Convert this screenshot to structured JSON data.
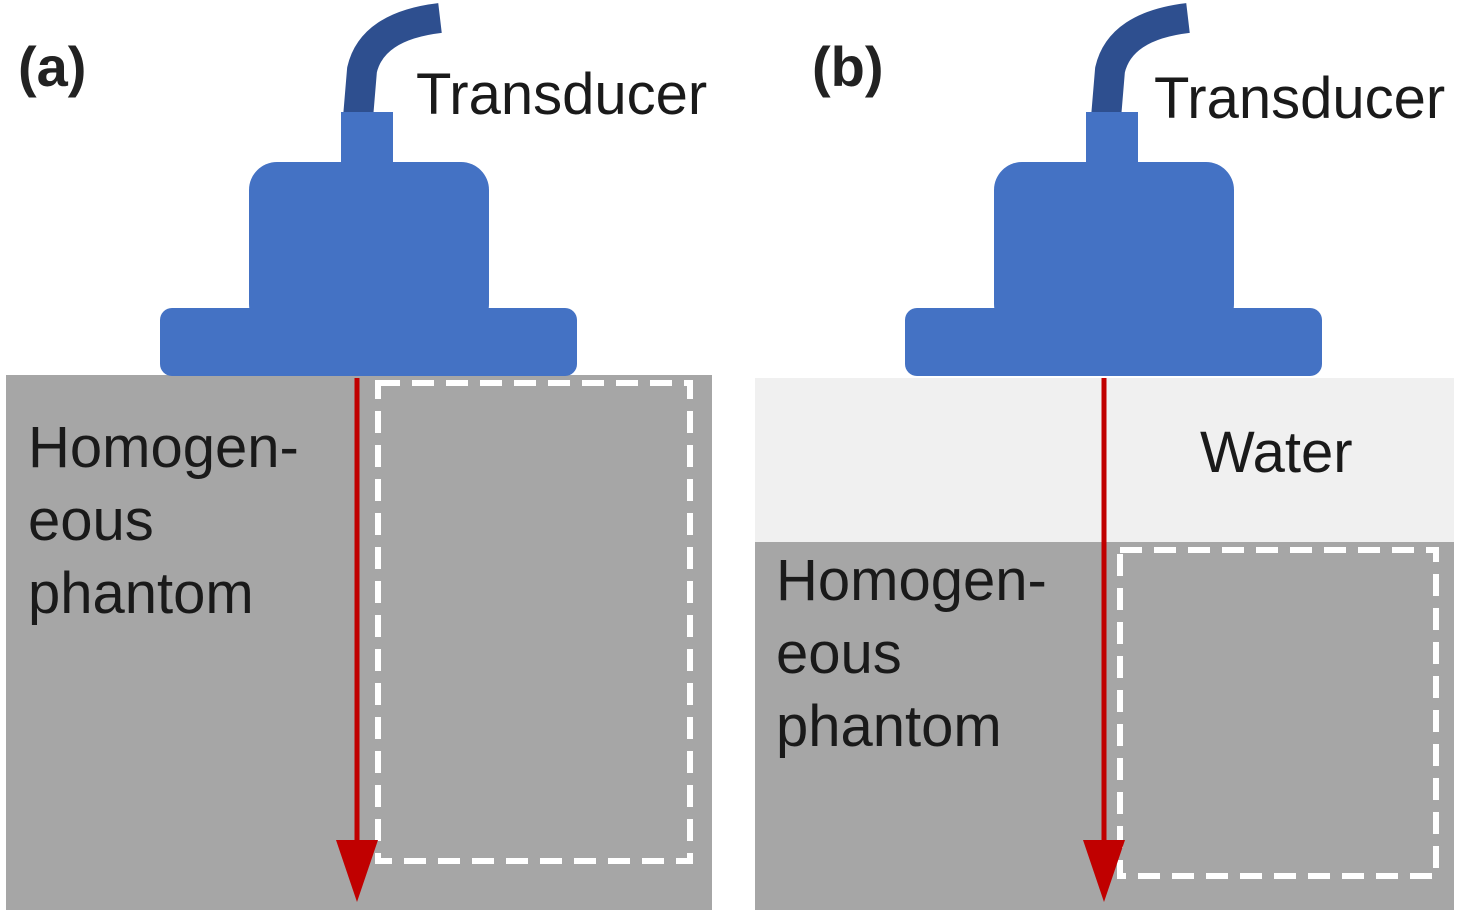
{
  "panels": [
    {
      "label": "(a)",
      "transducer_label": "Transducer",
      "phantom_label": [
        "Homogen-",
        "eous",
        "phantom"
      ]
    },
    {
      "label": "(b)",
      "transducer_label": "Transducer",
      "water_label": "Water",
      "phantom_label": [
        "Homogen-",
        "eous",
        "phantom"
      ]
    }
  ],
  "colors": {
    "transducer_body": "#4472c4",
    "transducer_cable": "#2e4f8f",
    "phantom": "#a6a6a6",
    "water": "#f0f0f0",
    "beam_arrow": "#c00000",
    "roi_dash": "#ffffff"
  }
}
